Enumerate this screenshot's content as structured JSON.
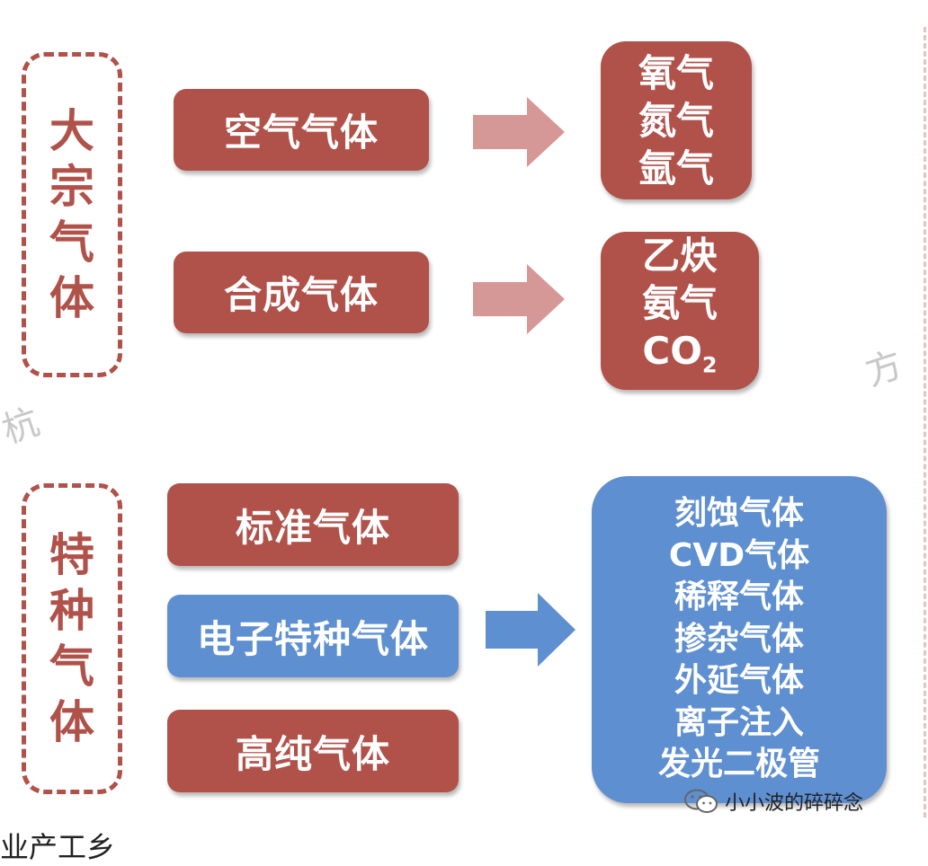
{
  "bulk": {
    "side_label": [
      "大",
      "宗",
      "气",
      "体"
    ],
    "air": {
      "label": "空气气体",
      "products": [
        "氧气",
        "氮气",
        "氩气"
      ]
    },
    "synthetic": {
      "label": "合成气体",
      "products": [
        "乙炔",
        "氨气"
      ],
      "co2": {
        "main": "CO",
        "sub": "2"
      }
    }
  },
  "special": {
    "side_label": [
      "特",
      "种",
      "气",
      "体"
    ],
    "standard": {
      "label": "标准气体"
    },
    "electronic": {
      "label": "电子特种气体",
      "products": [
        "刻蚀气体",
        "CVD气体",
        "稀释气体",
        "掺杂气体",
        "外延气体",
        "离子注入",
        "发光二极管"
      ]
    },
    "high_purity": {
      "label": "高纯气体"
    }
  },
  "watermarks": {
    "left": "杭",
    "right": "方"
  },
  "footer": {
    "account": "小小波的碎碎念",
    "icon": "wechat-icon"
  },
  "bottom_fragment": "业产工乡",
  "colors": {
    "red": "#b0514a",
    "blue": "#5e8fd0",
    "arrow_red": "#d69896",
    "arrow_blue": "#5e8fd0"
  }
}
